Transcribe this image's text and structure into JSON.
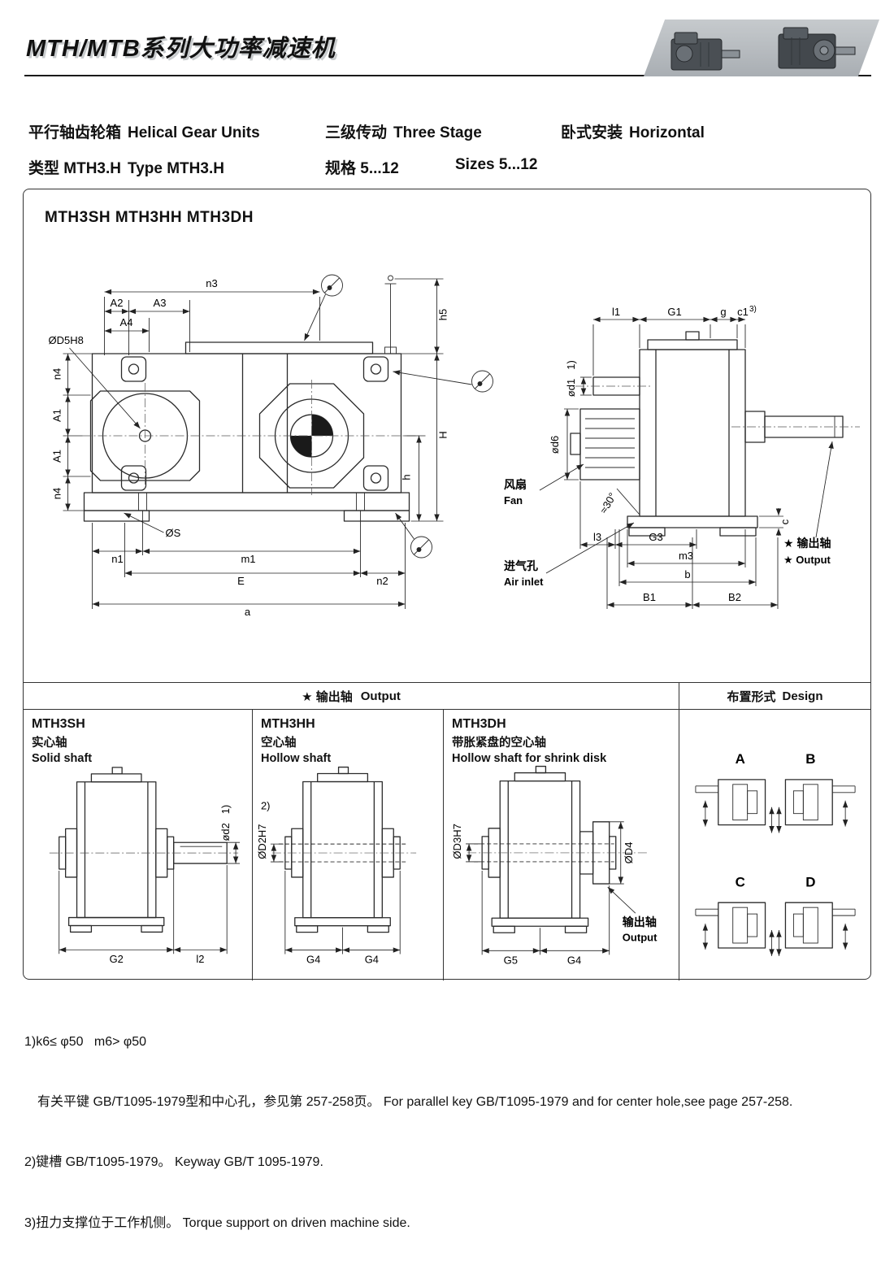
{
  "header": {
    "title": "MTH/MTB系列大功率减速机"
  },
  "intro": {
    "r1c1cn": "平行轴齿轮箱",
    "r1c1en": "Helical Gear Units",
    "r1c2cn": "三级传动",
    "r1c2en": "Three Stage",
    "r1c3cn": "卧式安装",
    "r1c3en": "Horizontal",
    "r2c1cn": "类型 MTH3.H",
    "r2c1en": "Type MTH3.H",
    "r2c2": "规格 5...12",
    "r2c3": "Sizes 5...12"
  },
  "drawing": {
    "title": "MTH3SH MTH3HH MTH3DH",
    "front": {
      "n3": "n3",
      "A2": "A2",
      "A3": "A3",
      "A4": "A4",
      "D5": "ØD5H8",
      "n4_top": "n4",
      "A1_top": "A1",
      "A1_bot": "A1",
      "n4_bot": "n4",
      "S": "ØS",
      "n1": "n1",
      "m1": "m1",
      "E": "E",
      "n2": "n2",
      "a": "a",
      "h5": "h5",
      "H": "H",
      "h": "h"
    },
    "side": {
      "l1": "l1",
      "G1": "G1",
      "g": "g",
      "c1": "c1",
      "note3": "3)",
      "d1": "ød1",
      "note1": "1)",
      "d6": "ød6",
      "fan_cn": "风扇",
      "fan_en": "Fan",
      "angle": "≈30°",
      "air_cn": "进气孔",
      "air_en": "Air inlet",
      "l3": "l3",
      "G3": "G3",
      "m3": "m3",
      "b": "b",
      "c": "c",
      "B1": "B1",
      "B2": "B2",
      "out_cn": "★ 输出轴",
      "out_en": "★ Output"
    }
  },
  "output_section": {
    "header_cn": "★ 输出轴",
    "header_en": "Output",
    "design_cn": "布置形式",
    "design_en": "Design",
    "variants": [
      {
        "code": "MTH3SH",
        "cn": "实心轴",
        "en": "Solid shaft",
        "d2": "ød2",
        "note1": "1)",
        "G2": "G2",
        "l2": "l2"
      },
      {
        "code": "MTH3HH",
        "cn": "空心轴",
        "en": "Hollow shaft",
        "D2": "ØD2H7",
        "note2": "2)",
        "G4a": "G4",
        "G4b": "G4"
      },
      {
        "code": "MTH3DH",
        "cn": "带胀紧盘的空心轴",
        "en": "Hollow shaft for shrink disk",
        "D3": "ØD3H7",
        "D4": "ØD4",
        "out_cn": "输出轴",
        "out_en": "Output",
        "G5": "G5",
        "G4": "G4"
      }
    ],
    "designs": [
      "A",
      "B",
      "C",
      "D"
    ]
  },
  "footnotes": [
    "1)k6≤ φ50   m6> φ50",
    "　有关平键 GB/T1095-1979型和中心孔，参见第 257-258页。 For parallel key GB/T1095-1979 and for center hole,see page 257-258.",
    "2)键槽 GB/T1095-1979。 Keyway GB/T 1095-1979.",
    "3)扭力支撑位于工作机侧。 Torque support on driven machine side."
  ]
}
